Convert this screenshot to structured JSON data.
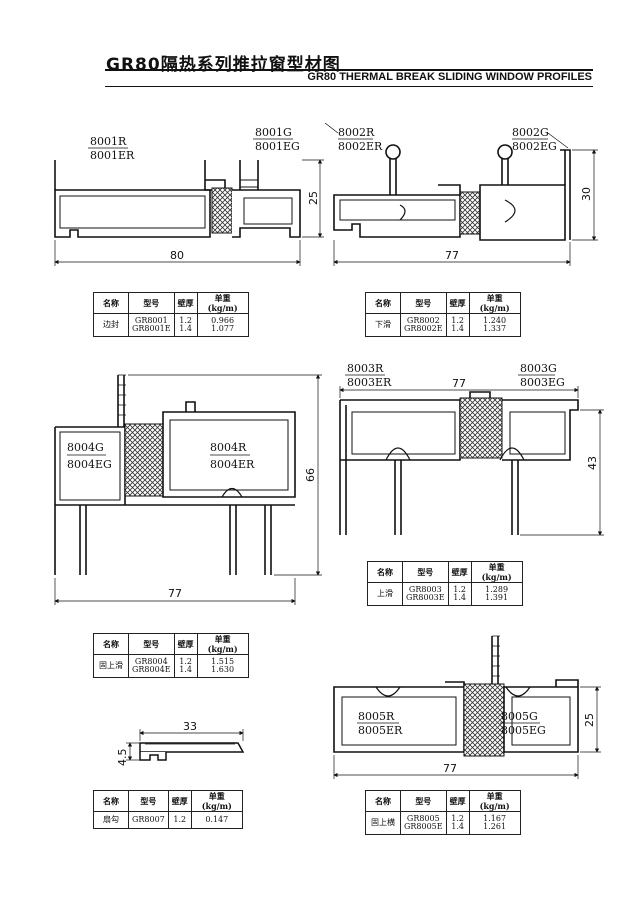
{
  "header": {
    "title": "GR80隔热系列推拉窗型材图",
    "subtitle": "GR80 THERMAL BREAK SLIDING WINDOW PROFILES"
  },
  "table_headers": [
    "名称",
    "型号",
    "壁厚",
    "单重(kg/m)"
  ],
  "profiles": [
    {
      "labels": [
        "8001R",
        "8001ER",
        "8001G",
        "8001EG"
      ],
      "dims": [
        "80",
        "25"
      ],
      "table": {
        "name": "边封",
        "models": [
          "GR8001",
          "GR8001E"
        ],
        "thickness": [
          "1.2",
          "1.4"
        ],
        "weight": [
          "0.966",
          "1.077"
        ]
      }
    },
    {
      "labels": [
        "8002R",
        "8002ER",
        "8002G",
        "8002EG"
      ],
      "dims": [
        "77",
        "30"
      ],
      "table": {
        "name": "下滑",
        "models": [
          "GR8002",
          "GR8002E"
        ],
        "thickness": [
          "1.2",
          "1.4"
        ],
        "weight": [
          "1.240",
          "1.337"
        ]
      }
    },
    {
      "labels": [
        "8004G",
        "8004EG",
        "8004R",
        "8004ER"
      ],
      "dims": [
        "77",
        "66"
      ],
      "table": {
        "name": "固上滑",
        "models": [
          "GR8004",
          "GR8004E"
        ],
        "thickness": [
          "1.2",
          "1.4"
        ],
        "weight": [
          "1.515",
          "1.630"
        ]
      }
    },
    {
      "labels": [
        "8003R",
        "8003ER",
        "8003G",
        "8003EG"
      ],
      "dims": [
        "77",
        "43"
      ],
      "table": {
        "name": "上滑",
        "models": [
          "GR8003",
          "GR8003E"
        ],
        "thickness": [
          "1.2",
          "1.4"
        ],
        "weight": [
          "1.289",
          "1.391"
        ]
      }
    },
    {
      "labels": [],
      "dims": [
        "33",
        "4.5"
      ],
      "table": {
        "name": "扇勾",
        "models": [
          "GR8007"
        ],
        "thickness": [
          "1.2"
        ],
        "weight": [
          "0.147"
        ]
      }
    },
    {
      "labels": [
        "8005R",
        "8005ER",
        "8005G",
        "8005EG"
      ],
      "dims": [
        "77",
        "25"
      ],
      "table": {
        "name": "固上横",
        "models": [
          "GR8005",
          "GR8005E"
        ],
        "thickness": [
          "1.2",
          "1.4"
        ],
        "weight": [
          "1.167",
          "1.261"
        ]
      }
    }
  ]
}
